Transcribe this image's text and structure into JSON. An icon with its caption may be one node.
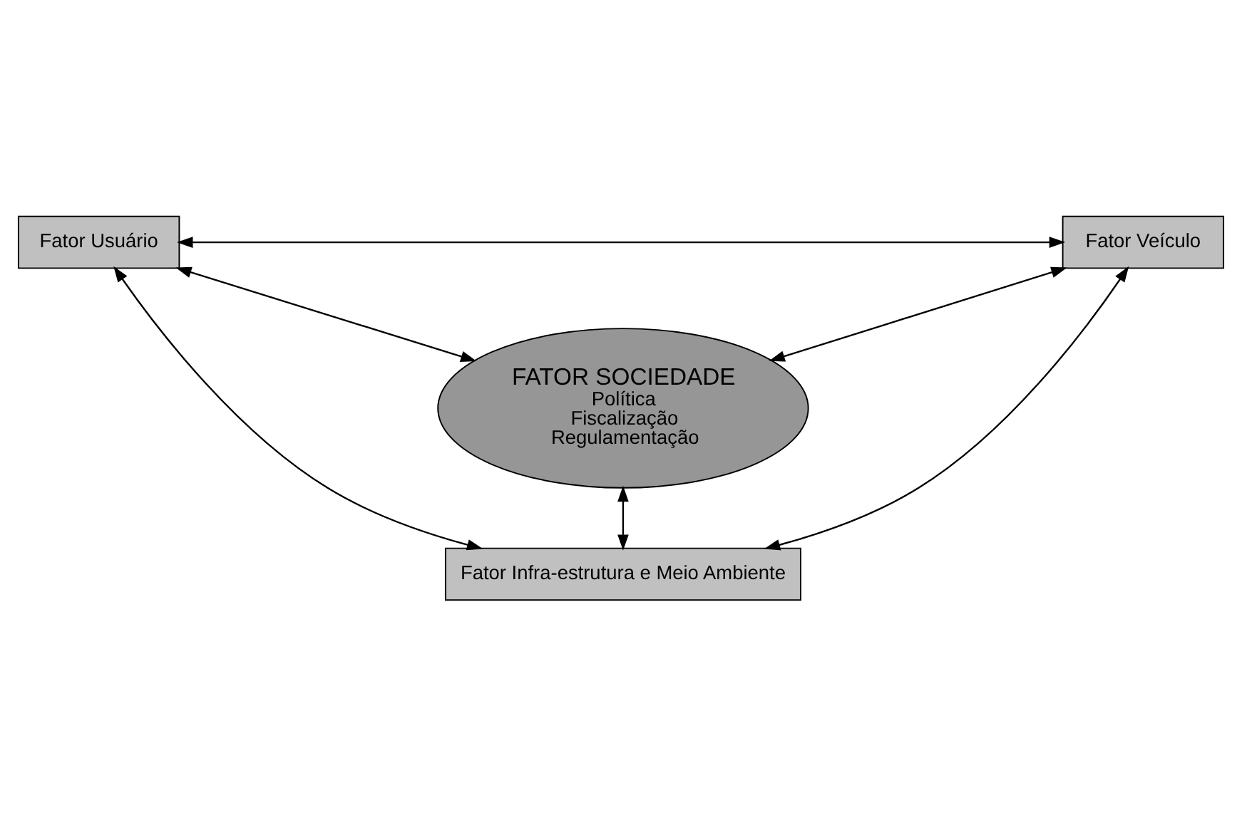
{
  "diagram": {
    "nodes": [
      {
        "text": [
          "Fator Usuário"
        ]
      },
      {
        "text": [
          "Fator Veículo"
        ]
      },
      {
        "text": [
          "FATOR SOCIEDADE",
          "Política",
          "Fiscalização",
          "Regulamentação"
        ]
      },
      {
        "text": [
          "Fator Infra-estrutura e Meio Ambiente"
        ]
      }
    ],
    "edges": [
      {
        "from": 0,
        "to": 1,
        "arrow": "both"
      },
      {
        "from": 0,
        "to": 2,
        "arrow": "both"
      },
      {
        "from": 1,
        "to": 2,
        "arrow": "both"
      },
      {
        "from": 0,
        "to": 3,
        "arrow": "both"
      },
      {
        "from": 2,
        "to": 3,
        "arrow": "both"
      },
      {
        "from": 1,
        "to": 3,
        "arrow": "both"
      }
    ]
  }
}
